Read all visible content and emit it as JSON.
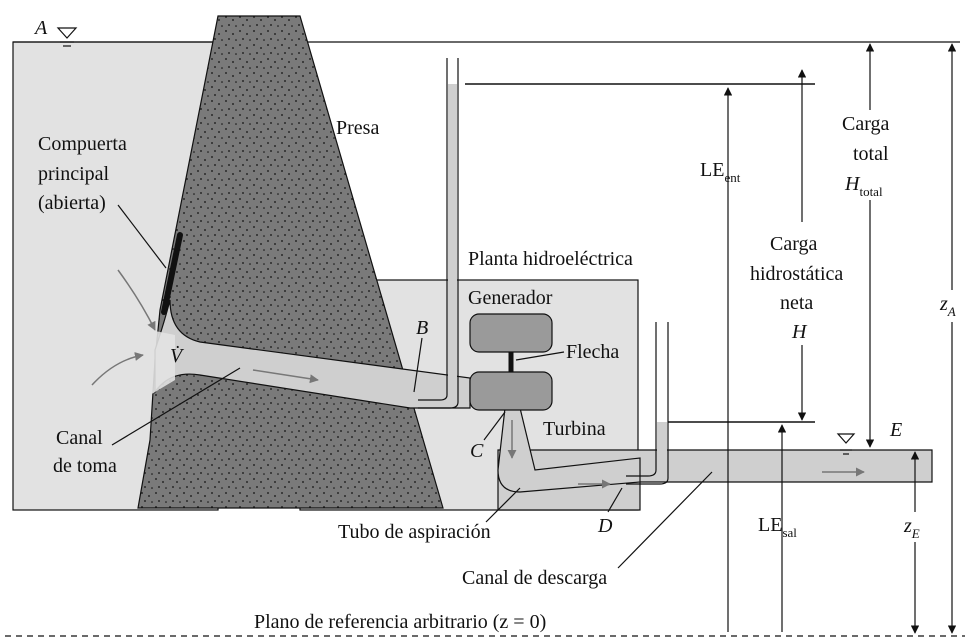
{
  "labels": {
    "point_a": "A",
    "presa": "Presa",
    "compuerta_line1": "Compuerta",
    "compuerta_line2": "principal",
    "compuerta_line3": "(abierta)",
    "vdot": "V̇",
    "canal_toma_line1": "Canal",
    "canal_toma_line2": "de toma",
    "planta": "Planta hidroeléctrica",
    "generador": "Generador",
    "flecha": "Flecha",
    "turbina": "Turbina",
    "point_b": "B",
    "point_c": "C",
    "point_d": "D",
    "point_e": "E",
    "tubo_aspiracion": "Tubo de aspiración",
    "canal_descarga": "Canal de descarga",
    "plano_referencia": "Plano de referencia arbitrario (z = 0)",
    "le_ent_main": "LE",
    "le_ent_sub": "ent",
    "le_sal_main": "LE",
    "le_sal_sub": "sal",
    "carga_hidro_line1": "Carga",
    "carga_hidro_line2": "hidrostática",
    "carga_hidro_line3": "neta",
    "carga_hidro_symbol": "H",
    "carga_total_line1": "Carga",
    "carga_total_line2": "total",
    "h_total_main": "H",
    "h_total_sub": "total",
    "z_a_main": "z",
    "z_a_sub": "A",
    "z_e_main": "z",
    "z_e_sub": "E"
  },
  "colors": {
    "water": "#e2e2e2",
    "water_channel": "#cfcfcf",
    "dam": "#7a7a7a",
    "dam_dots": "#1a1a1a",
    "machine": "#9a9a9a",
    "line": "#111111",
    "flow_arrow": "#777777"
  }
}
